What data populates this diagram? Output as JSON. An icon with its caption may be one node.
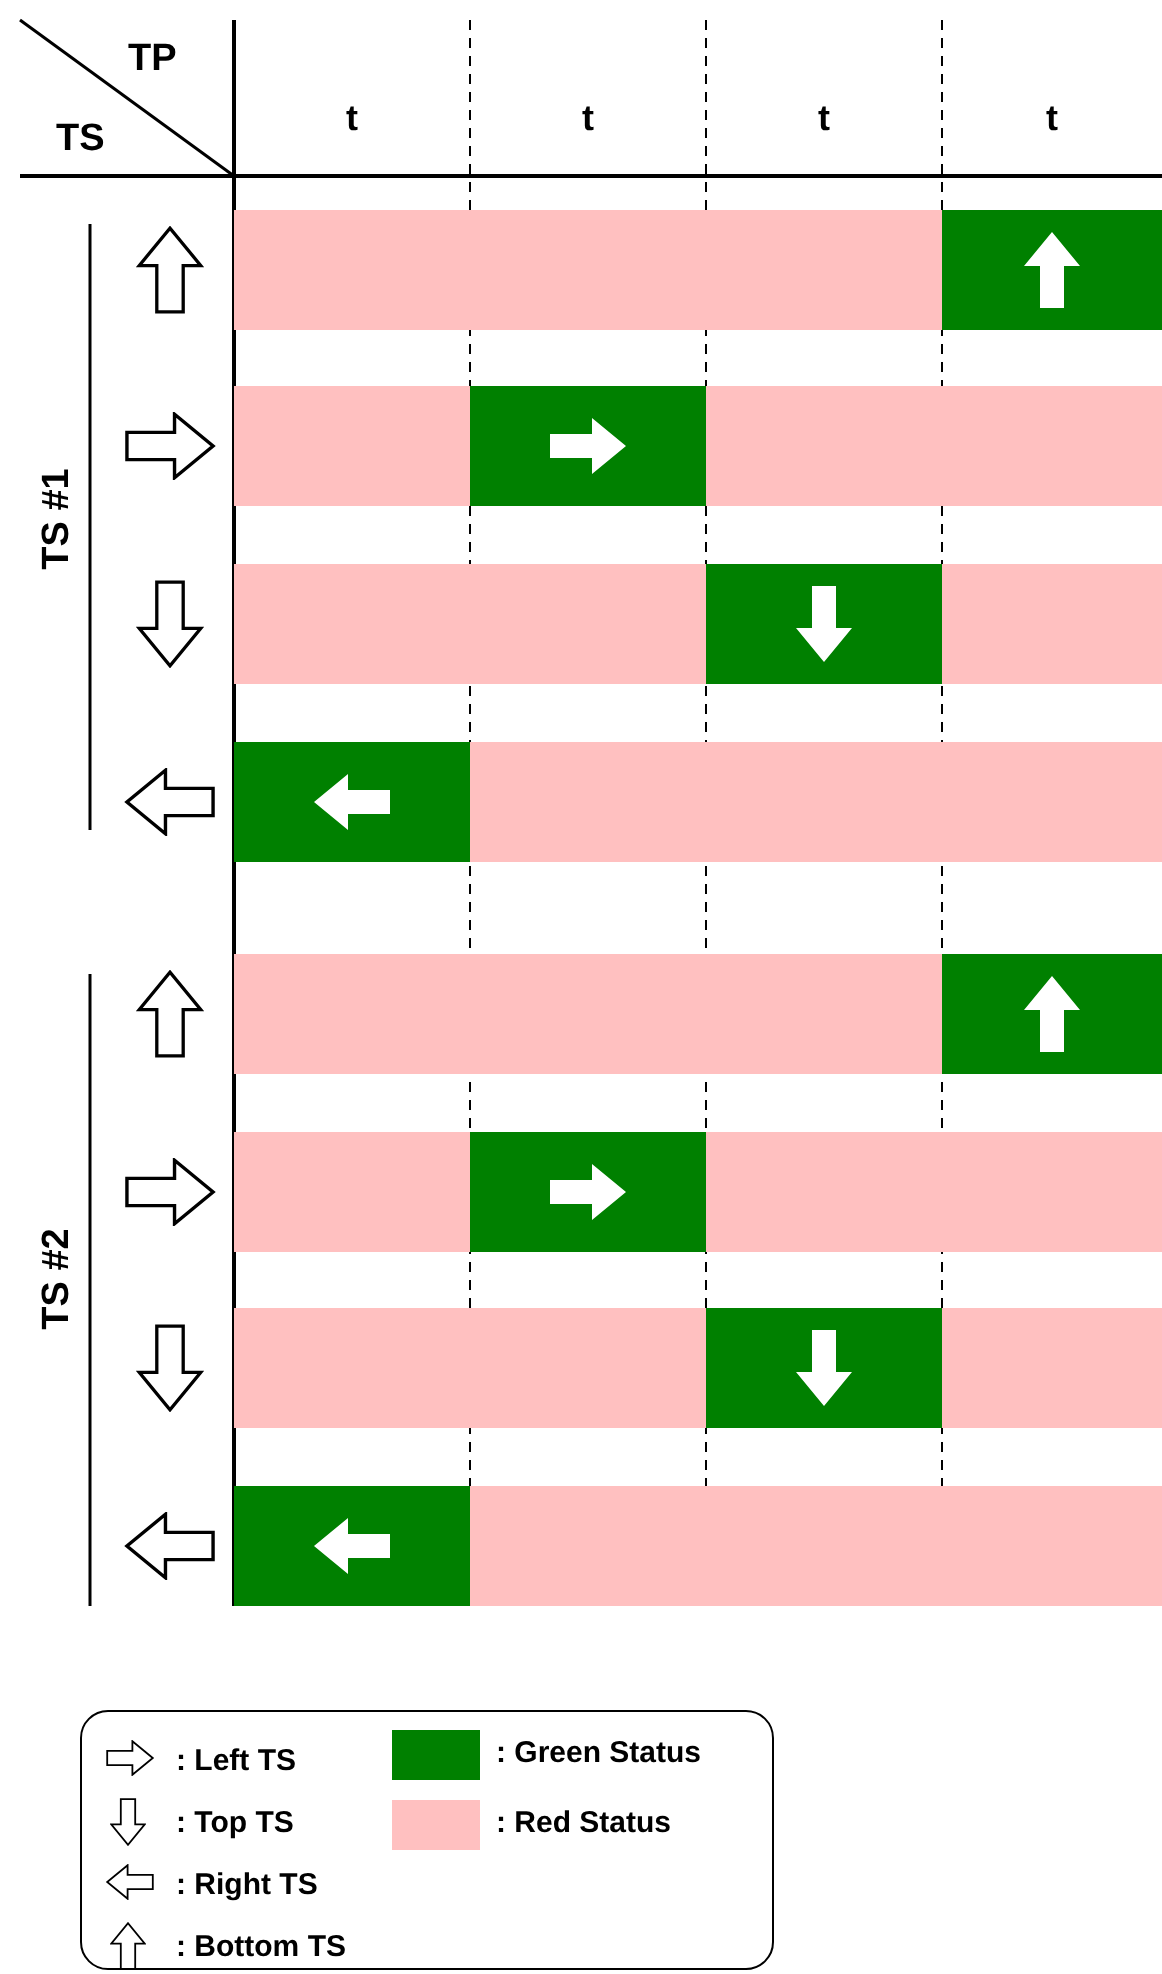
{
  "diagram": {
    "labels": [
      "TP",
      "TS",
      "t",
      "t",
      "t",
      "t",
      "TS #1",
      "TS #2"
    ],
    "legend": [
      {
        "text": ": Left TS"
      },
      {
        "text": ": Top TS"
      },
      {
        "text": ": Right TS"
      },
      {
        "text": ": Bottom TS"
      },
      {
        "text": ": Green Status",
        "color": "#008000"
      },
      {
        "text": ": Red Status",
        "color": "#ffc0c0"
      }
    ]
  }
}
